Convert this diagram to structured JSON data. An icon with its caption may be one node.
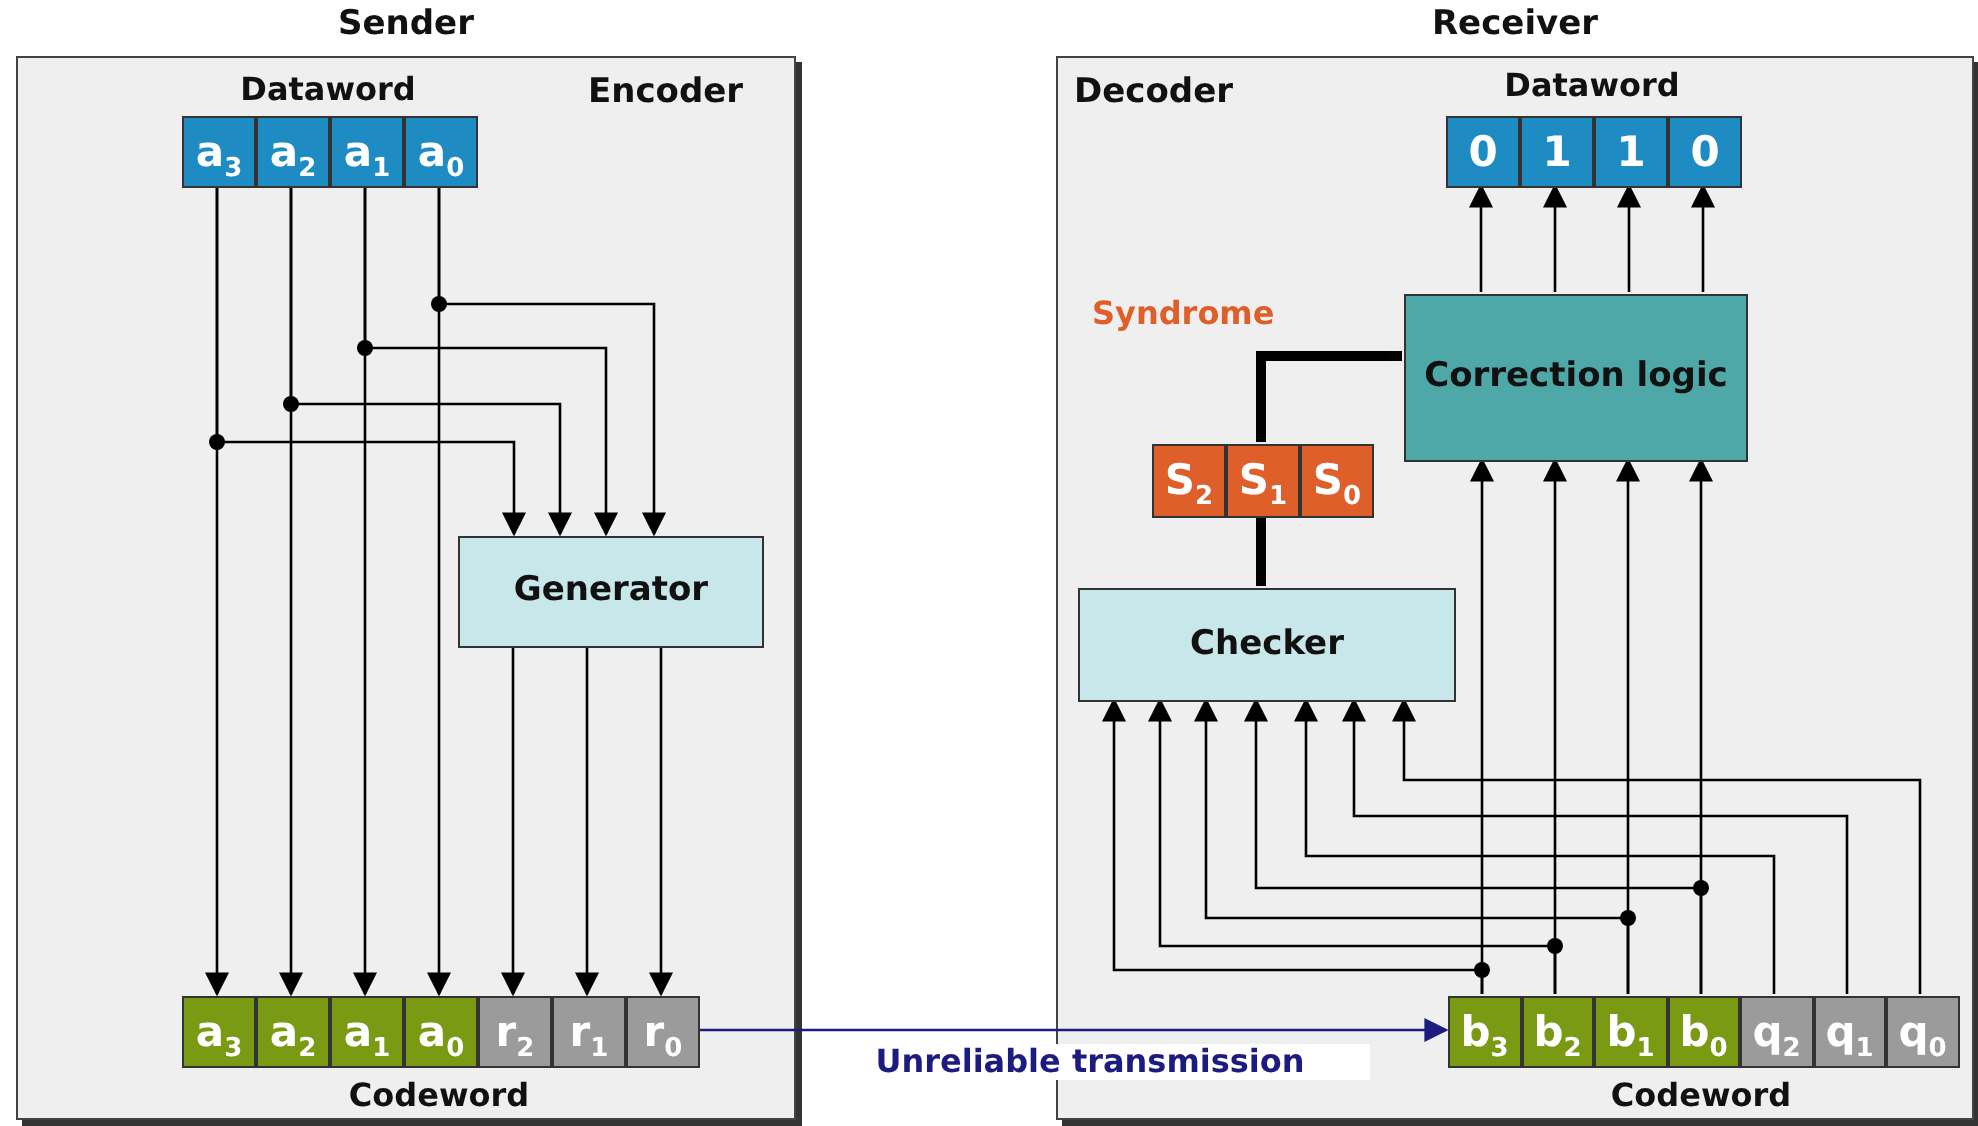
{
  "diagram": {
    "nodes": [
      {
        "text": [
          "Sender",
          "Encoder"
        ]
      },
      {
        "text": [
          "a$_{3}$"
        ],
        "in": 0
      },
      {
        "text": [
          "a$_{2}$"
        ],
        "in": 0
      },
      {
        "text": [
          "a$_{1}$"
        ],
        "in": 0
      },
      {
        "text": [
          "a$_{0}$"
        ],
        "in": 0
      },
      {
        "text": [
          "Generator"
        ],
        "in": 0
      },
      {
        "text": [
          "a$_{3}$"
        ],
        "in": 0
      },
      {
        "text": [
          "a$_{2}$"
        ],
        "in": 0
      },
      {
        "text": [
          "a$_{1}$"
        ],
        "in": 0
      },
      {
        "text": [
          "a$_{0}$"
        ],
        "in": 0
      },
      {
        "text": [
          "r$_{2}$"
        ],
        "in": 0
      },
      {
        "text": [
          "r$_{1}$"
        ],
        "in": 0
      },
      {
        "text": [
          "r$_{0}$"
        ],
        "in": 0
      },
      {
        "text": [
          "Receiver",
          "Decoder"
        ]
      },
      {
        "text": [
          "0"
        ],
        "in": 13
      },
      {
        "text": [
          "1"
        ],
        "in": 13
      },
      {
        "text": [
          "1"
        ],
        "in": 13
      },
      {
        "text": [
          "0"
        ],
        "in": 13
      },
      {
        "text": [
          "Correction logic"
        ],
        "in": 13
      },
      {
        "text": [
          "S$_{2}$"
        ],
        "in": 13
      },
      {
        "text": [
          "S$_{1}$"
        ],
        "in": 13
      },
      {
        "text": [
          "S$_{0}$"
        ],
        "in": 13
      },
      {
        "text": [
          "Checker"
        ],
        "in": 13
      },
      {
        "text": [
          "b$_{3}$"
        ],
        "in": 13
      },
      {
        "text": [
          "b$_{2}$"
        ],
        "in": 13
      },
      {
        "text": [
          "b$_{1}$"
        ],
        "in": 13
      },
      {
        "text": [
          "b$_{0}$"
        ],
        "in": 13
      },
      {
        "text": [
          "q$_{2}$"
        ],
        "in": 13
      },
      {
        "text": [
          "q$_{1}$"
        ],
        "in": 13
      },
      {
        "text": [
          "q$_{0}$"
        ],
        "in": 13
      }
    ],
    "edges": [
      {
        "from": 1,
        "to": 6,
        "arrow": "to"
      },
      {
        "from": 2,
        "to": 7,
        "arrow": "to"
      },
      {
        "from": 3,
        "to": 8,
        "arrow": "to"
      },
      {
        "from": 4,
        "to": 9,
        "arrow": "to"
      },
      {
        "from": 1,
        "to": 5,
        "arrow": "to"
      },
      {
        "from": 2,
        "to": 5,
        "arrow": "to"
      },
      {
        "from": 3,
        "to": 5,
        "arrow": "to"
      },
      {
        "from": 4,
        "to": 5,
        "arrow": "to"
      },
      {
        "from": 5,
        "to": 10,
        "arrow": "to"
      },
      {
        "from": 5,
        "to": 11,
        "arrow": "to"
      },
      {
        "from": 5,
        "to": 12,
        "arrow": "to"
      },
      {
        "from": 12,
        "to": 23,
        "arrow": "to",
        "label": "Unreliable transmission",
        "color": "#1c1c80"
      },
      {
        "from": 23,
        "to": 18,
        "arrow": "to"
      },
      {
        "from": 24,
        "to": 18,
        "arrow": "to"
      },
      {
        "from": 25,
        "to": 18,
        "arrow": "to"
      },
      {
        "from": 26,
        "to": 18,
        "arrow": "to"
      },
      {
        "from": 23,
        "to": 22,
        "arrow": "to"
      },
      {
        "from": 24,
        "to": 22,
        "arrow": "to"
      },
      {
        "from": 25,
        "to": 22,
        "arrow": "to"
      },
      {
        "from": 26,
        "to": 22,
        "arrow": "to"
      },
      {
        "from": 27,
        "to": 22,
        "arrow": "to"
      },
      {
        "from": 28,
        "to": 22,
        "arrow": "to"
      },
      {
        "from": 29,
        "to": 22,
        "arrow": "to"
      },
      {
        "from": 22,
        "to": 20,
        "arrow": "none",
        "style": "thick"
      },
      {
        "from": 20,
        "to": 18,
        "arrow": "none",
        "style": "thick"
      },
      {
        "from": 18,
        "to": 14,
        "arrow": "to"
      },
      {
        "from": 18,
        "to": 15,
        "arrow": "to"
      },
      {
        "from": 18,
        "to": 16,
        "arrow": "to"
      },
      {
        "from": 18,
        "to": 17,
        "arrow": "to"
      }
    ],
    "labels": [
      "Dataword",
      "Dataword",
      "Syndrome",
      "Codeword",
      "Codeword"
    ]
  }
}
